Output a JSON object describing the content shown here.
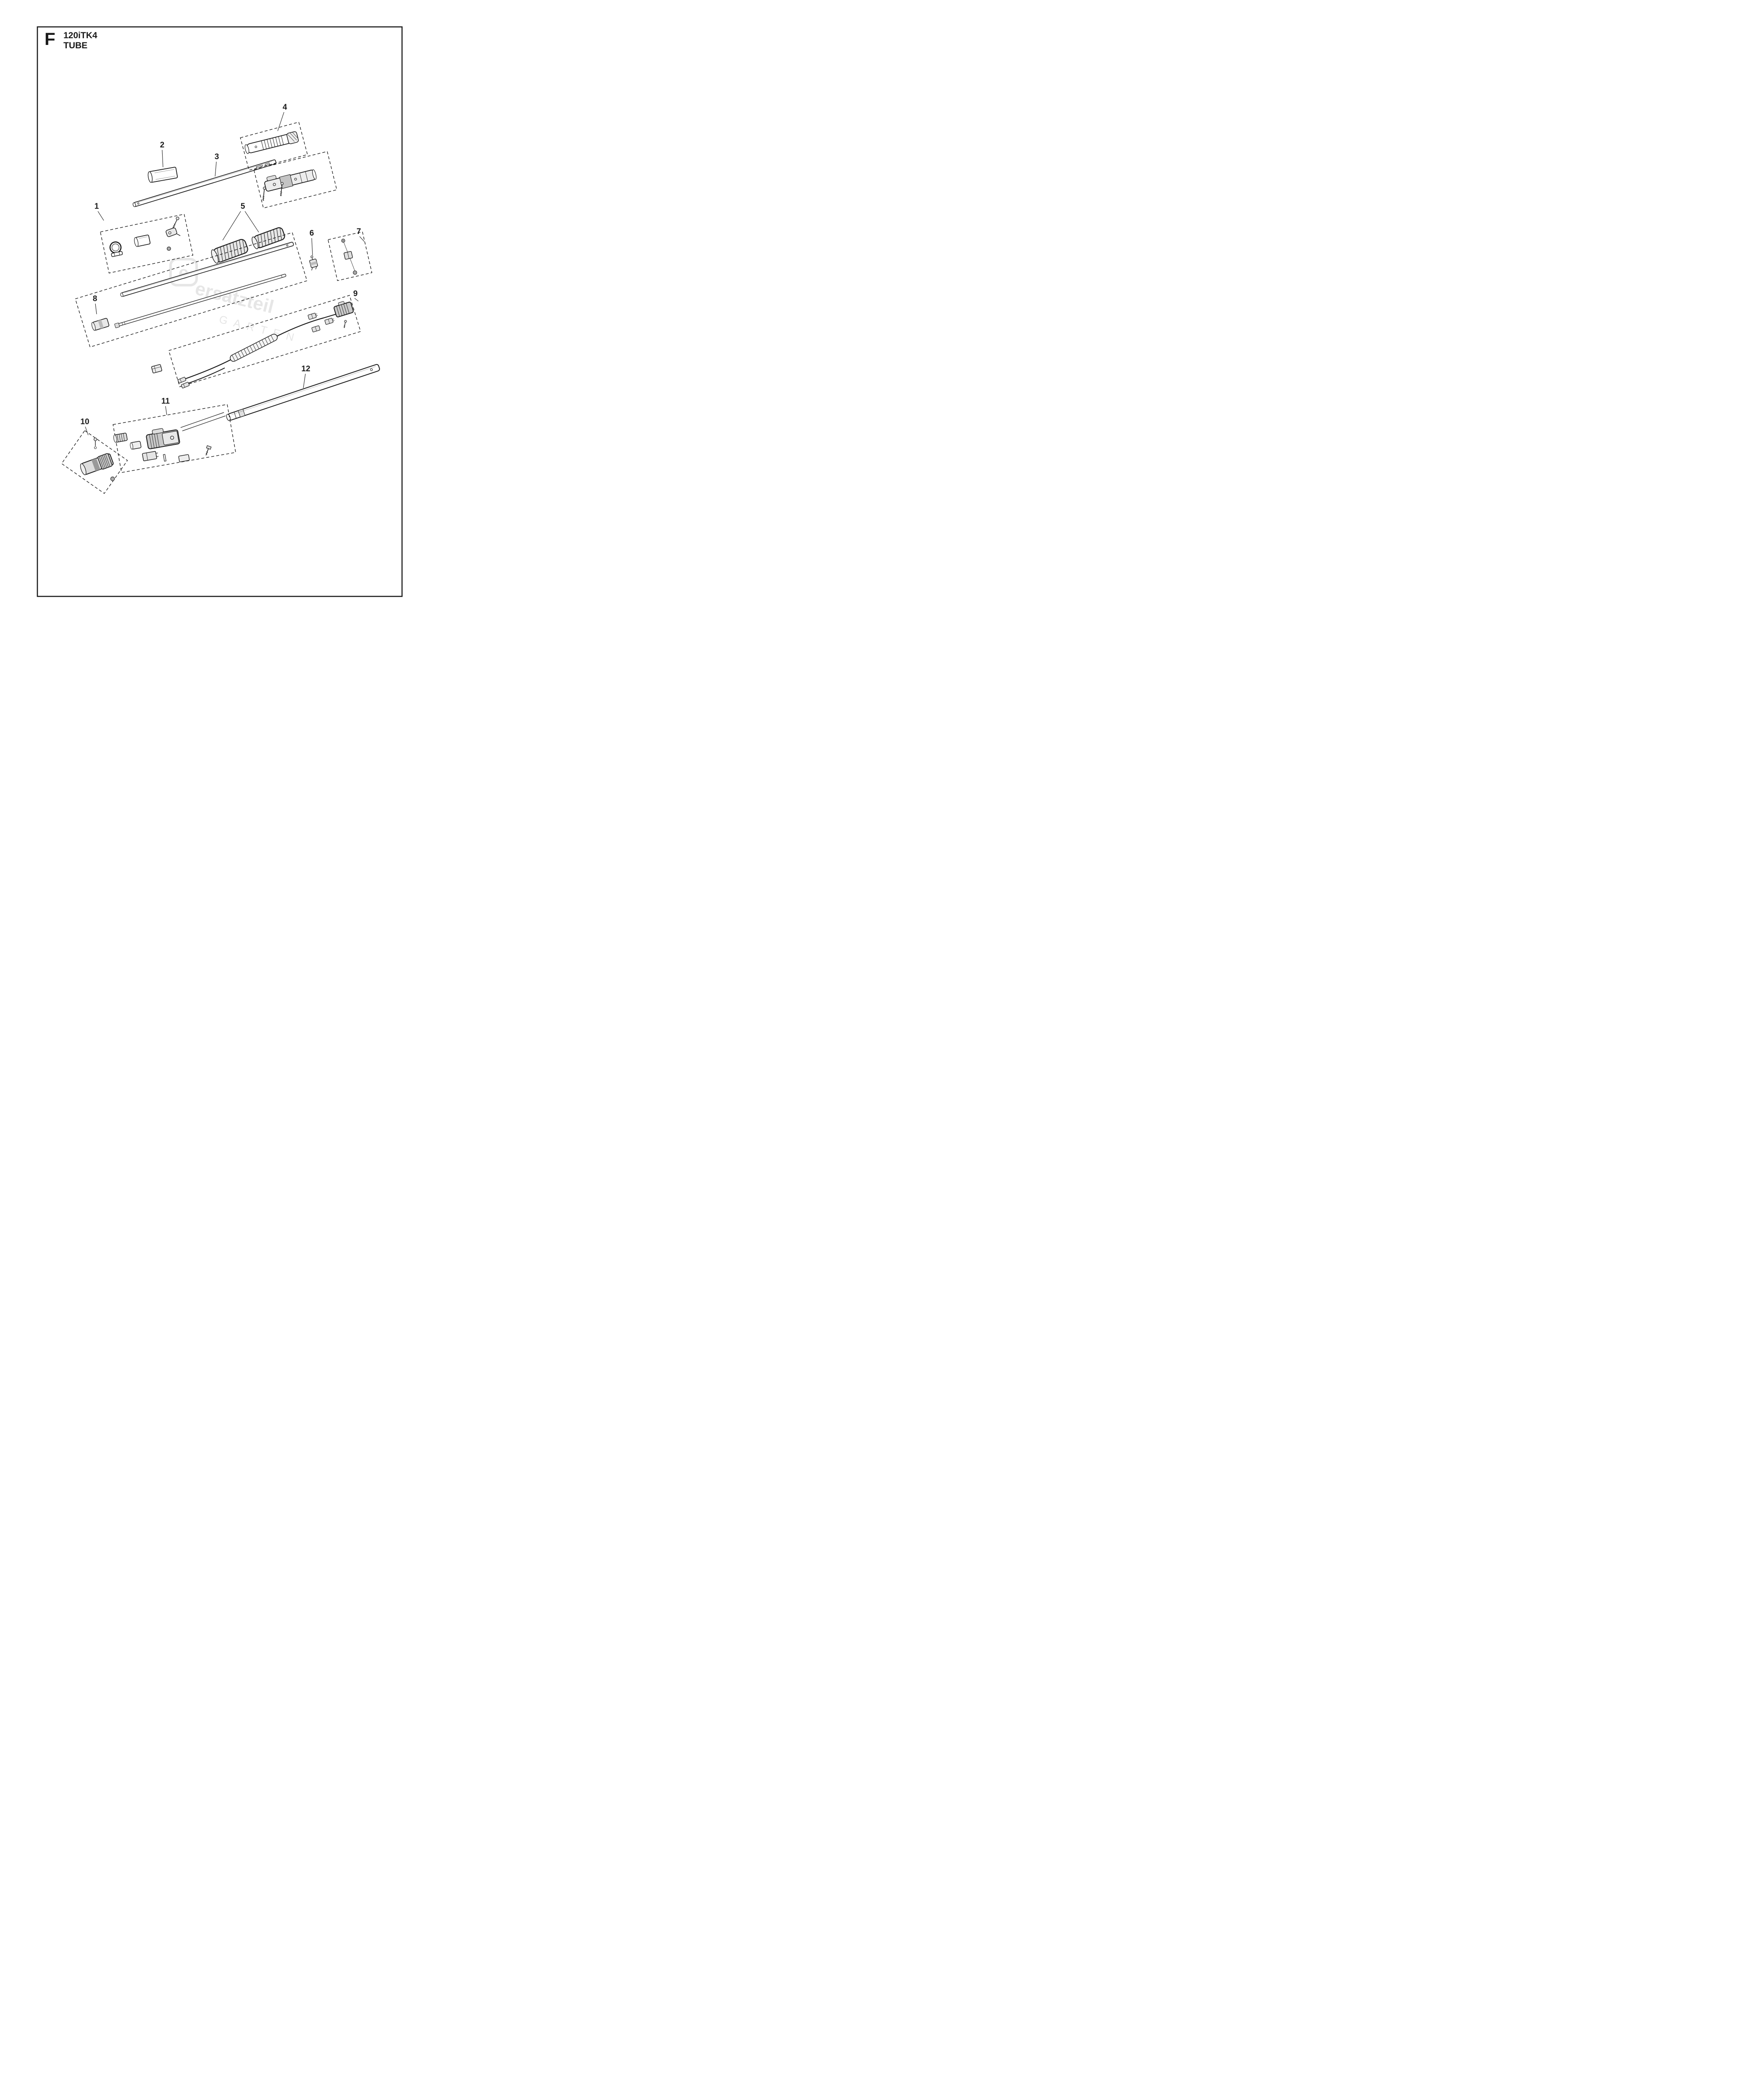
{
  "page": {
    "section_letter": "F",
    "model": "120iTK4",
    "section_title": "TUBE"
  },
  "parts": [
    {
      "number": "1"
    },
    {
      "number": "2"
    },
    {
      "number": "3"
    },
    {
      "number": "4"
    },
    {
      "number": "5"
    },
    {
      "number": "6"
    },
    {
      "number": "7"
    },
    {
      "number": "8"
    },
    {
      "number": "9"
    },
    {
      "number": "10"
    },
    {
      "number": "11"
    },
    {
      "number": "12"
    }
  ],
  "watermark": {
    "logo_letter": "e",
    "line1": "ersatzteil",
    "line2": "GARTEN"
  },
  "colors": {
    "ink": "#1a1a1a",
    "paper": "#ffffff",
    "watermark": "#cfcfcf"
  }
}
